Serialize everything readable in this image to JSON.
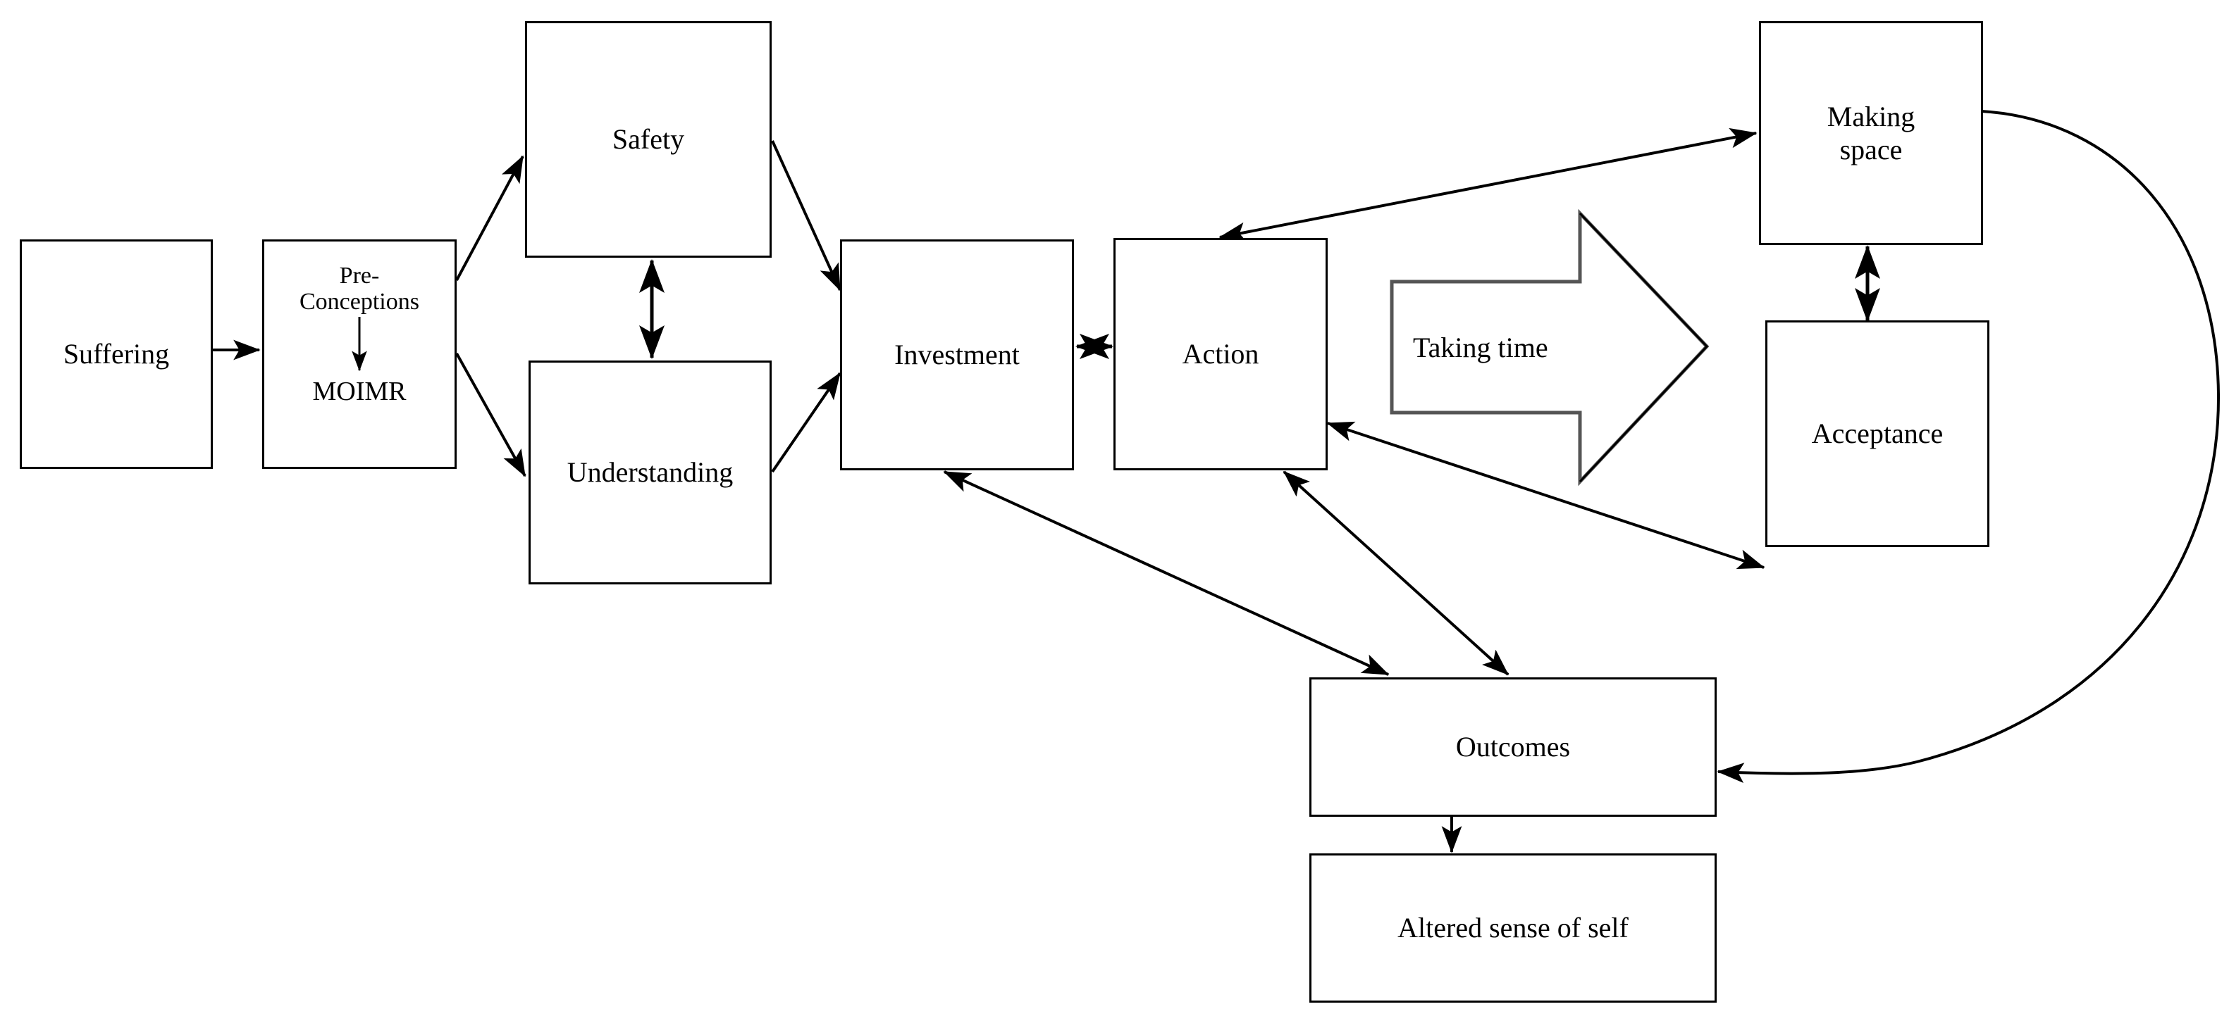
{
  "diagram": {
    "type": "flowchart",
    "title": "",
    "background_color": "#ffffff",
    "line_color": "#000000",
    "nodes": [
      {
        "id": "suffering",
        "label": "Suffering",
        "shape": "rectangle"
      },
      {
        "id": "preconceptions",
        "label": "Pre-\nConceptions",
        "shape": "rectangle"
      },
      {
        "id": "moimr",
        "label": "MOIMR",
        "shape": "text"
      },
      {
        "id": "safety",
        "label": "Safety",
        "shape": "rectangle"
      },
      {
        "id": "understanding",
        "label": "Understanding",
        "shape": "rectangle"
      },
      {
        "id": "investment",
        "label": "Investment",
        "shape": "rectangle"
      },
      {
        "id": "action",
        "label": "Action",
        "shape": "rectangle"
      },
      {
        "id": "takingtime",
        "label": "Taking time",
        "shape": "block-arrow"
      },
      {
        "id": "makingspace",
        "label": "Making\nspace",
        "shape": "rectangle"
      },
      {
        "id": "acceptance",
        "label": "Acceptance",
        "shape": "rectangle"
      },
      {
        "id": "outcomes",
        "label": "Outcomes",
        "shape": "rectangle"
      },
      {
        "id": "alteredself",
        "label": "Altered sense of self",
        "shape": "rectangle"
      }
    ],
    "edges": [
      {
        "from": "suffering",
        "to": "preconceptions",
        "direction": "one-way"
      },
      {
        "from": "preconceptions",
        "to": "moimr",
        "direction": "one-way"
      },
      {
        "from": "preconceptions",
        "to": "safety",
        "direction": "one-way"
      },
      {
        "from": "preconceptions",
        "to": "understanding",
        "direction": "one-way"
      },
      {
        "from": "safety",
        "to": "understanding",
        "direction": "two-way"
      },
      {
        "from": "safety",
        "to": "investment",
        "direction": "one-way"
      },
      {
        "from": "understanding",
        "to": "investment",
        "direction": "one-way"
      },
      {
        "from": "investment",
        "to": "action",
        "direction": "two-way"
      },
      {
        "from": "action",
        "to": "makingspace",
        "direction": "two-way"
      },
      {
        "from": "action",
        "to": "acceptance",
        "direction": "two-way"
      },
      {
        "from": "makingspace",
        "to": "acceptance",
        "direction": "two-way"
      },
      {
        "from": "investment",
        "to": "outcomes",
        "direction": "two-way"
      },
      {
        "from": "action",
        "to": "outcomes",
        "direction": "two-way"
      },
      {
        "from": "makingspace",
        "to": "outcomes",
        "direction": "one-way",
        "style": "curved"
      },
      {
        "from": "outcomes",
        "to": "alteredself",
        "direction": "one-way"
      }
    ]
  }
}
